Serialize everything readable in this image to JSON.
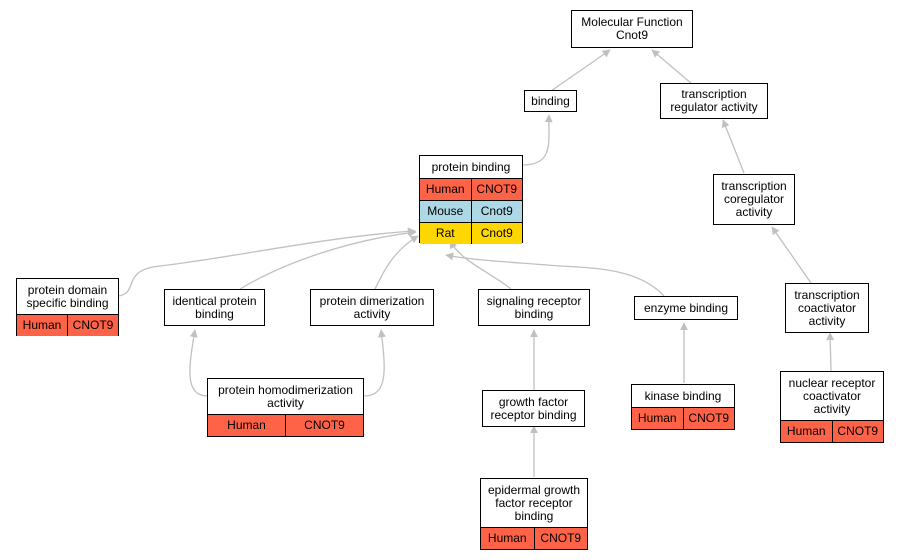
{
  "nodes": {
    "molecular_function": {
      "label": "Molecular Function\nCnot9"
    },
    "binding": {
      "label": "binding"
    },
    "transcription_regulator_activity": {
      "label": "transcription\nregulator activity"
    },
    "protein_binding": {
      "label": "protein binding",
      "annotations": [
        {
          "species": "Human",
          "gene": "CNOT9",
          "color": "#ff6347"
        },
        {
          "species": "Mouse",
          "gene": "Cnot9",
          "color": "#add8e6"
        },
        {
          "species": "Rat",
          "gene": "Cnot9",
          "color": "#ffd700"
        }
      ]
    },
    "transcription_coregulator_activity": {
      "label": "transcription\ncoregulator\nactivity"
    },
    "protein_domain_specific_binding": {
      "label": "protein domain\nspecific binding",
      "annotations": [
        {
          "species": "Human",
          "gene": "CNOT9",
          "color": "#ff6347"
        }
      ]
    },
    "identical_protein_binding": {
      "label": "identical protein\nbinding"
    },
    "protein_dimerization_activity": {
      "label": "protein dimerization\nactivity"
    },
    "signaling_receptor_binding": {
      "label": "signaling receptor\nbinding"
    },
    "enzyme_binding": {
      "label": "enzyme binding"
    },
    "transcription_coactivator_activity": {
      "label": "transcription\ncoactivator\nactivity"
    },
    "protein_homodimerization_activity": {
      "label": "protein homodimerization\nactivity",
      "annotations": [
        {
          "species": "Human",
          "gene": "CNOT9",
          "color": "#ff6347"
        }
      ]
    },
    "growth_factor_receptor_binding": {
      "label": "growth factor\nreceptor binding"
    },
    "kinase_binding": {
      "label": "kinase binding",
      "annotations": [
        {
          "species": "Human",
          "gene": "CNOT9",
          "color": "#ff6347"
        }
      ]
    },
    "nuclear_receptor_coactivator_activity": {
      "label": "nuclear receptor\ncoactivator\nactivity",
      "annotations": [
        {
          "species": "Human",
          "gene": "CNOT9",
          "color": "#ff6347"
        }
      ]
    },
    "egfr_binding": {
      "label": "epidermal growth\nfactor receptor\nbinding",
      "annotations": [
        {
          "species": "Human",
          "gene": "CNOT9",
          "color": "#ff6347"
        }
      ]
    }
  },
  "edges": [
    {
      "from": "binding",
      "to": "molecular_function"
    },
    {
      "from": "transcription_regulator_activity",
      "to": "molecular_function"
    },
    {
      "from": "protein_binding",
      "to": "binding"
    },
    {
      "from": "transcription_coregulator_activity",
      "to": "transcription_regulator_activity"
    },
    {
      "from": "protein_domain_specific_binding",
      "to": "protein_binding"
    },
    {
      "from": "identical_protein_binding",
      "to": "protein_binding"
    },
    {
      "from": "protein_dimerization_activity",
      "to": "protein_binding"
    },
    {
      "from": "signaling_receptor_binding",
      "to": "protein_binding"
    },
    {
      "from": "enzyme_binding",
      "to": "protein_binding"
    },
    {
      "from": "transcription_coactivator_activity",
      "to": "transcription_coregulator_activity"
    },
    {
      "from": "protein_homodimerization_activity",
      "to": "identical_protein_binding"
    },
    {
      "from": "protein_homodimerization_activity",
      "to": "protein_dimerization_activity"
    },
    {
      "from": "growth_factor_receptor_binding",
      "to": "signaling_receptor_binding"
    },
    {
      "from": "kinase_binding",
      "to": "enzyme_binding"
    },
    {
      "from": "nuclear_receptor_coactivator_activity",
      "to": "transcription_coactivator_activity"
    },
    {
      "from": "egfr_binding",
      "to": "growth_factor_receptor_binding"
    }
  ],
  "colors": {
    "edge": "#c0c0c0",
    "human": "#ff6347",
    "mouse": "#add8e6",
    "rat": "#ffd700"
  }
}
